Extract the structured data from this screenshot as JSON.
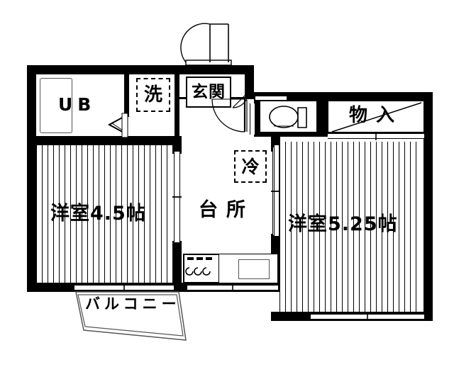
{
  "plan": {
    "type": "japanese-apartment-floor-plan",
    "unit_layout": "2K",
    "rooms": [
      {
        "key": "washitsu_left",
        "label": "洋室4.5帖",
        "name": "western-room-4-5-jo",
        "size_jo": 4.5,
        "flooring": "striped"
      },
      {
        "key": "washitsu_right",
        "label": "洋室5.25帖",
        "name": "western-room-5-25-jo",
        "size_jo": 5.25,
        "flooring": "striped"
      },
      {
        "key": "kitchen",
        "label": "台所",
        "name": "kitchen",
        "flooring": "plain"
      },
      {
        "key": "entrance",
        "label": "玄関",
        "name": "entrance-genkan",
        "boxed": "solid"
      },
      {
        "key": "laundry",
        "label": "洗",
        "name": "washing-machine-space",
        "boxed": "dashed"
      },
      {
        "key": "fridge",
        "label": "冷",
        "name": "refrigerator-space",
        "boxed": "dashed"
      },
      {
        "key": "closet",
        "label": "物入",
        "name": "storage-closet"
      },
      {
        "key": "unitbath",
        "label": "UB",
        "name": "unit-bath"
      },
      {
        "key": "balcony",
        "label": "バルコニー",
        "name": "balcony"
      }
    ],
    "fixtures": [
      {
        "key": "toilet",
        "label": "",
        "name": "toilet-fixture"
      },
      {
        "key": "stove",
        "label": "",
        "name": "gas-stove-two-burner"
      },
      {
        "key": "sink",
        "label": "",
        "name": "kitchen-sink"
      },
      {
        "key": "bathtub",
        "label": "",
        "name": "bathtub"
      }
    ],
    "doors": [
      {
        "key": "front_door",
        "name": "front-entrance-door",
        "type": "swing-out"
      },
      {
        "key": "hall_door",
        "name": "entrance-hall-door",
        "type": "swing-in"
      },
      {
        "key": "ub_door",
        "name": "unit-bath-folding-door",
        "type": "folding"
      },
      {
        "key": "toilet_door",
        "name": "toilet-sliding-door",
        "type": "sliding"
      },
      {
        "key": "left_sliding",
        "name": "left-room-sliding-door",
        "type": "sliding"
      },
      {
        "key": "right_sliding",
        "name": "right-room-sliding-door",
        "type": "sliding"
      },
      {
        "key": "closet_door",
        "name": "closet-sliding-door",
        "type": "sliding"
      }
    ],
    "windows": [
      {
        "key": "left_room_window",
        "name": "left-room-balcony-window"
      },
      {
        "key": "kitchen_window",
        "name": "kitchen-window"
      },
      {
        "key": "right_room_window",
        "name": "right-room-window"
      },
      {
        "key": "right_top_window",
        "name": "right-room-top-window"
      }
    ],
    "colors": {
      "wall": "#000000",
      "background": "#ffffff",
      "line": "#000000"
    }
  }
}
